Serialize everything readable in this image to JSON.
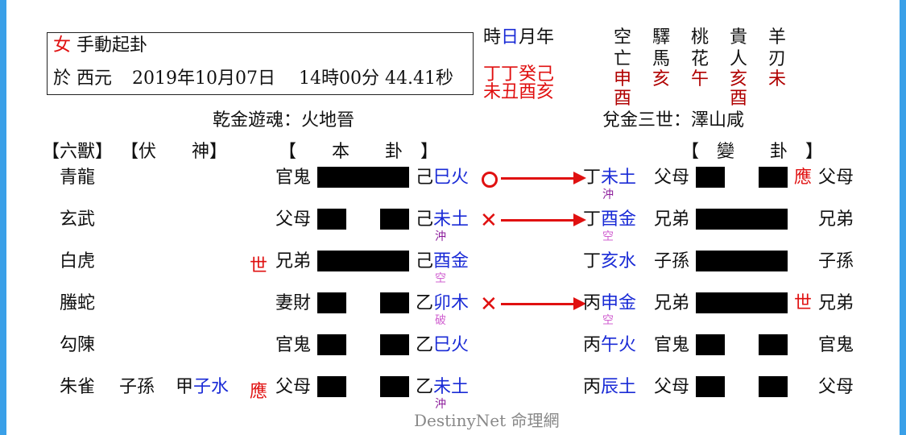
{
  "header": {
    "gender": "女",
    "method": "手動起卦",
    "date_prefix": "於 西元",
    "date_value": "2019年10月07日",
    "time_value": "14時00分 44.41秒"
  },
  "pillars": {
    "label_hour": "時",
    "label_day": "日",
    "label_month": "月",
    "label_year": "年",
    "stems": "丁丁癸己",
    "branches": "未丑酉亥"
  },
  "shensha": {
    "cols": [
      {
        "top": "空",
        "bot": "亡",
        "v1": "申",
        "v2": "酉"
      },
      {
        "top": "驛",
        "bot": "馬",
        "v1": "亥",
        "v2": ""
      },
      {
        "top": "桃",
        "bot": "花",
        "v1": "午",
        "v2": ""
      },
      {
        "top": "貴",
        "bot": "人",
        "v1": "亥",
        "v2": "酉"
      },
      {
        "top": "羊",
        "bot": "刃",
        "v1": "未",
        "v2": ""
      }
    ]
  },
  "gua": {
    "ben_title": "乾金遊魂：火地晉",
    "bian_title": "兌金三世：澤山咸"
  },
  "headers": {
    "liushou": "【六獸】",
    "fushen": "【伏　　神】",
    "ben": "【　　本　　卦　】",
    "bian": "【　變　　卦　】"
  },
  "rows": [
    {
      "beast": "青龍",
      "fu_rel": "",
      "fu_stem": "",
      "fu_branch": "",
      "mark": "",
      "rel": "官鬼",
      "yang": true,
      "stem": "己",
      "branch": "巳火",
      "note": "",
      "move": "o",
      "b_stem": "丁",
      "b_branch": "未土",
      "b_note": "沖",
      "b_rel": "父母",
      "b_yang": false,
      "b_mark": "應",
      "b_rel2": "父母"
    },
    {
      "beast": "玄武",
      "fu_rel": "",
      "fu_stem": "",
      "fu_branch": "",
      "mark": "",
      "rel": "父母",
      "yang": false,
      "stem": "己",
      "branch": "未土",
      "note": "沖",
      "move": "x",
      "b_stem": "丁",
      "b_branch": "酉金",
      "b_note": "空",
      "b_rel": "兄弟",
      "b_yang": true,
      "b_mark": "",
      "b_rel2": "兄弟"
    },
    {
      "beast": "白虎",
      "fu_rel": "",
      "fu_stem": "",
      "fu_branch": "",
      "mark": "世",
      "rel": "兄弟",
      "yang": true,
      "stem": "己",
      "branch": "酉金",
      "note": "空",
      "move": "",
      "b_stem": "丁",
      "b_branch": "亥水",
      "b_note": "",
      "b_rel": "子孫",
      "b_yang": true,
      "b_mark": "",
      "b_rel2": "子孫"
    },
    {
      "beast": "螣蛇",
      "fu_rel": "",
      "fu_stem": "",
      "fu_branch": "",
      "mark": "",
      "rel": "妻財",
      "yang": false,
      "stem": "乙",
      "branch": "卯木",
      "note": "破",
      "move": "x",
      "b_stem": "丙",
      "b_branch": "申金",
      "b_note": "空",
      "b_rel": "兄弟",
      "b_yang": true,
      "b_mark": "世",
      "b_rel2": "兄弟"
    },
    {
      "beast": "勾陳",
      "fu_rel": "",
      "fu_stem": "",
      "fu_branch": "",
      "mark": "",
      "rel": "官鬼",
      "yang": false,
      "stem": "乙",
      "branch": "巳火",
      "note": "",
      "move": "",
      "b_stem": "丙",
      "b_branch": "午火",
      "b_note": "",
      "b_rel": "官鬼",
      "b_yang": false,
      "b_mark": "",
      "b_rel2": "官鬼"
    },
    {
      "beast": "朱雀",
      "fu_rel": "子孫",
      "fu_stem": "甲",
      "fu_branch": "子水",
      "mark": "應",
      "rel": "父母",
      "yang": false,
      "stem": "乙",
      "branch": "未土",
      "note": "沖",
      "move": "",
      "b_stem": "丙",
      "b_branch": "辰土",
      "b_note": "",
      "b_rel": "父母",
      "b_yang": false,
      "b_mark": "",
      "b_rel2": "父母"
    }
  ],
  "footer": {
    "brand": "DestinyNet",
    "brand_cn": "命理網"
  },
  "colors": {
    "accent_red": "#e01010",
    "branch_blue": "#1a2bd6",
    "frame_blue": "#3aa0e8"
  }
}
